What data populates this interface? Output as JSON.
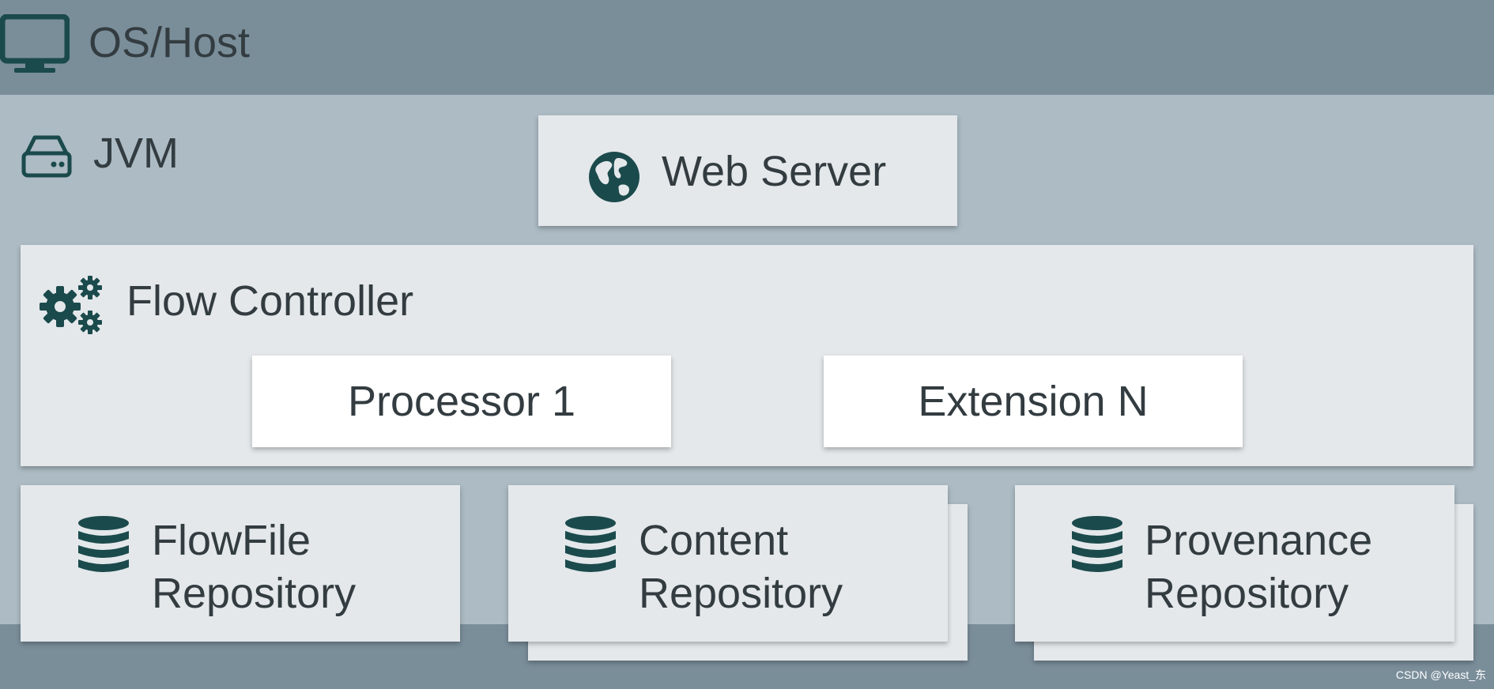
{
  "os": {
    "label": "OS/Host",
    "icon": "monitor-icon"
  },
  "jvm": {
    "label": "JVM",
    "icon": "hard-drive-icon"
  },
  "web_server": {
    "label": "Web Server",
    "icon": "globe-icon"
  },
  "flow_controller": {
    "label": "Flow Controller",
    "icon": "gears-icon",
    "processor": "Processor 1",
    "extension": "Extension N"
  },
  "repositories": [
    {
      "line1": "FlowFile",
      "line2": "Repository",
      "icon": "database-icon"
    },
    {
      "line1": "Content",
      "line2": "Repository",
      "icon": "database-icon"
    },
    {
      "line1": "Provenance",
      "line2": "Repository",
      "icon": "database-icon"
    }
  ],
  "credit": "CSDN @Yeast_东",
  "colors": {
    "os_band": "#7a8e9a",
    "jvm_band": "#acbbc4",
    "card": "#e4e8eb",
    "icon": "#1b4a4c",
    "text": "#333c40"
  }
}
